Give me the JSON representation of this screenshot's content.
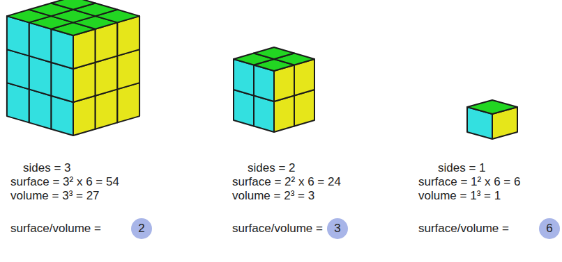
{
  "diagram": {
    "nodes": [
      {
        "text": [
          "2"
        ]
      },
      {
        "text": [
          "3"
        ]
      },
      {
        "text": [
          "6"
        ]
      }
    ],
    "labels": [
      "sides = 3",
      "surface = 3² x 6 = 54",
      "volume = 3³ = 27",
      "surface/volume =",
      "sides = 2",
      "surface = 2² x 6 = 24",
      "volume = 2³ = 3",
      "surface/volume =",
      "sides = 1",
      "surface = 1² x 6 = 6",
      "volume = 1³ = 1",
      "surface/volume ="
    ]
  }
}
